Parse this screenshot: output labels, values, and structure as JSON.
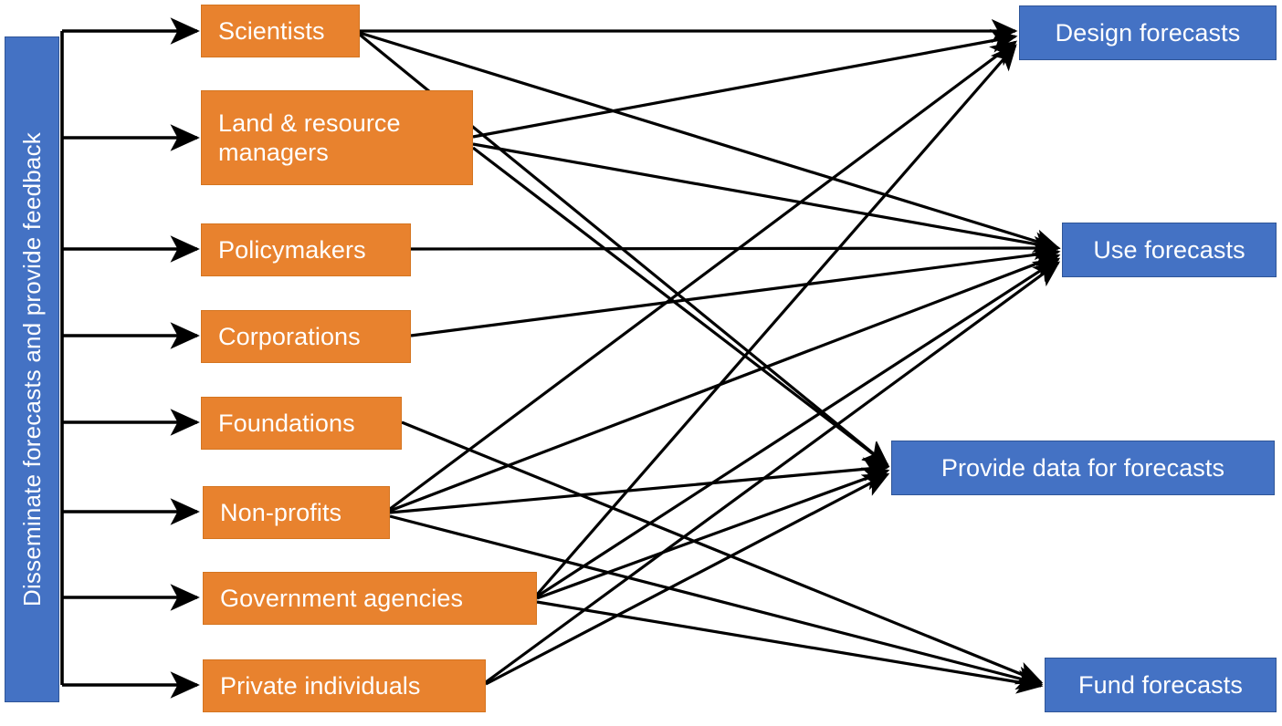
{
  "diagram": {
    "title": "Disseminate forecasts and provide feedback",
    "type": "flow-diagram",
    "colors": {
      "actor_fill": "#E8822E",
      "actor_border": "#D4741F",
      "role_fill": "#4472C4",
      "role_border": "#2F5597",
      "arrow": "#000000",
      "label_text": "#FFFFFF",
      "background": "#FFFFFF"
    },
    "spine_label": "Disseminate forecasts and provide feedback",
    "actors": [
      {
        "id": "scientists",
        "label": "Scientists"
      },
      {
        "id": "land-managers",
        "label": "Land & resource managers",
        "line1": "Land & resource",
        "line2": "managers"
      },
      {
        "id": "policymakers",
        "label": "Policymakers"
      },
      {
        "id": "corporations",
        "label": "Corporations"
      },
      {
        "id": "foundations",
        "label": "Foundations"
      },
      {
        "id": "non-profits",
        "label": "Non-profits"
      },
      {
        "id": "government-agencies",
        "label": "Government agencies"
      },
      {
        "id": "private-individuals",
        "label": "Private individuals"
      }
    ],
    "roles": [
      {
        "id": "design-forecasts",
        "label": "Design forecasts"
      },
      {
        "id": "use-forecasts",
        "label": "Use forecasts"
      },
      {
        "id": "provide-data",
        "label": "Provide data for forecasts"
      },
      {
        "id": "fund-forecasts",
        "label": "Fund forecasts"
      }
    ],
    "connections": [
      {
        "from": "scientists",
        "to": "design-forecasts"
      },
      {
        "from": "scientists",
        "to": "use-forecasts"
      },
      {
        "from": "scientists",
        "to": "provide-data"
      },
      {
        "from": "land-managers",
        "to": "design-forecasts"
      },
      {
        "from": "land-managers",
        "to": "use-forecasts"
      },
      {
        "from": "land-managers",
        "to": "provide-data"
      },
      {
        "from": "policymakers",
        "to": "use-forecasts"
      },
      {
        "from": "corporations",
        "to": "use-forecasts"
      },
      {
        "from": "foundations",
        "to": "fund-forecasts"
      },
      {
        "from": "non-profits",
        "to": "design-forecasts"
      },
      {
        "from": "non-profits",
        "to": "use-forecasts"
      },
      {
        "from": "non-profits",
        "to": "provide-data"
      },
      {
        "from": "non-profits",
        "to": "fund-forecasts"
      },
      {
        "from": "government-agencies",
        "to": "design-forecasts"
      },
      {
        "from": "government-agencies",
        "to": "use-forecasts"
      },
      {
        "from": "government-agencies",
        "to": "provide-data"
      },
      {
        "from": "government-agencies",
        "to": "fund-forecasts"
      },
      {
        "from": "private-individuals",
        "to": "use-forecasts"
      },
      {
        "from": "private-individuals",
        "to": "provide-data"
      }
    ]
  }
}
